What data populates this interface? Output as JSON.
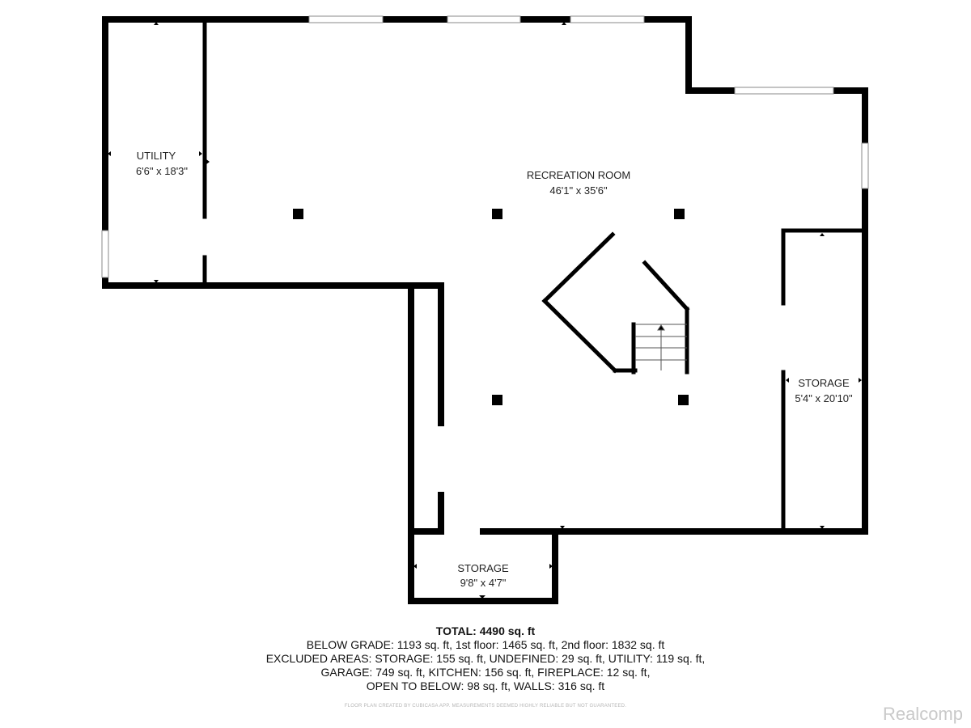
{
  "rooms": {
    "utility": {
      "name": "UTILITY",
      "dims": "6'6\" x 18'3\""
    },
    "recreation": {
      "name": "RECREATION ROOM",
      "dims": "46'1\" x 35'6\""
    },
    "storage_right": {
      "name": "STORAGE",
      "dims": "5'4\" x 20'10\""
    },
    "storage_bottom": {
      "name": "STORAGE",
      "dims": "9'8\" x 4'7\""
    }
  },
  "summary": {
    "total": "TOTAL: 4490 sq. ft",
    "line1": "BELOW GRADE: 1193 sq. ft, 1st floor: 1465 sq. ft, 2nd floor: 1832 sq. ft",
    "line2": "EXCLUDED AREAS: STORAGE: 155 sq. ft, UNDEFINED: 29 sq. ft, UTILITY: 119 sq. ft,",
    "line3": "GARAGE: 749 sq. ft, KITCHEN: 156 sq. ft, FIREPLACE: 12 sq. ft,",
    "line4": "OPEN TO BELOW: 98 sq. ft, WALLS: 316 sq. ft"
  },
  "disclaimer": "FLOOR PLAN CREATED BY CUBICASA APP. MEASUREMENTS DEEMED HIGHLY RELIABLE BUT NOT GUARANTEED.",
  "watermark": "Realcomp",
  "colors": {
    "wall": "#000000",
    "background": "#ffffff",
    "window": "#e6e6e6"
  }
}
